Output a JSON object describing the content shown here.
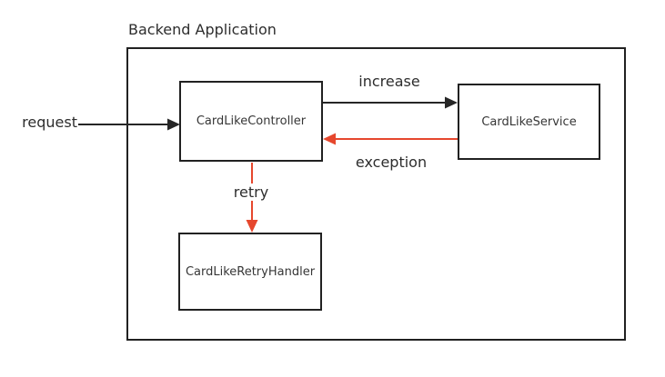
{
  "title": "Backend Application",
  "nodes": {
    "controller": {
      "label": "CardLikeController"
    },
    "service": {
      "label": "CardLikeService"
    },
    "retry_handler": {
      "label": "CardLikeRetryHandler"
    }
  },
  "edges": {
    "request": {
      "label": "request",
      "color": "#262626",
      "from": "external",
      "to": "CardLikeController"
    },
    "increase": {
      "label": "increase",
      "color": "#262626",
      "from": "CardLikeController",
      "to": "CardLikeService"
    },
    "exception": {
      "label": "exception",
      "color": "#e6472d",
      "from": "CardLikeService",
      "to": "CardLikeController"
    },
    "retry": {
      "label": "retry",
      "color": "#e6472d",
      "from": "CardLikeController",
      "to": "CardLikeRetryHandler"
    }
  },
  "colors": {
    "line": "#262626",
    "accent_red": "#e6472d",
    "background": "#ffffff",
    "text": "#2d2d2d"
  }
}
